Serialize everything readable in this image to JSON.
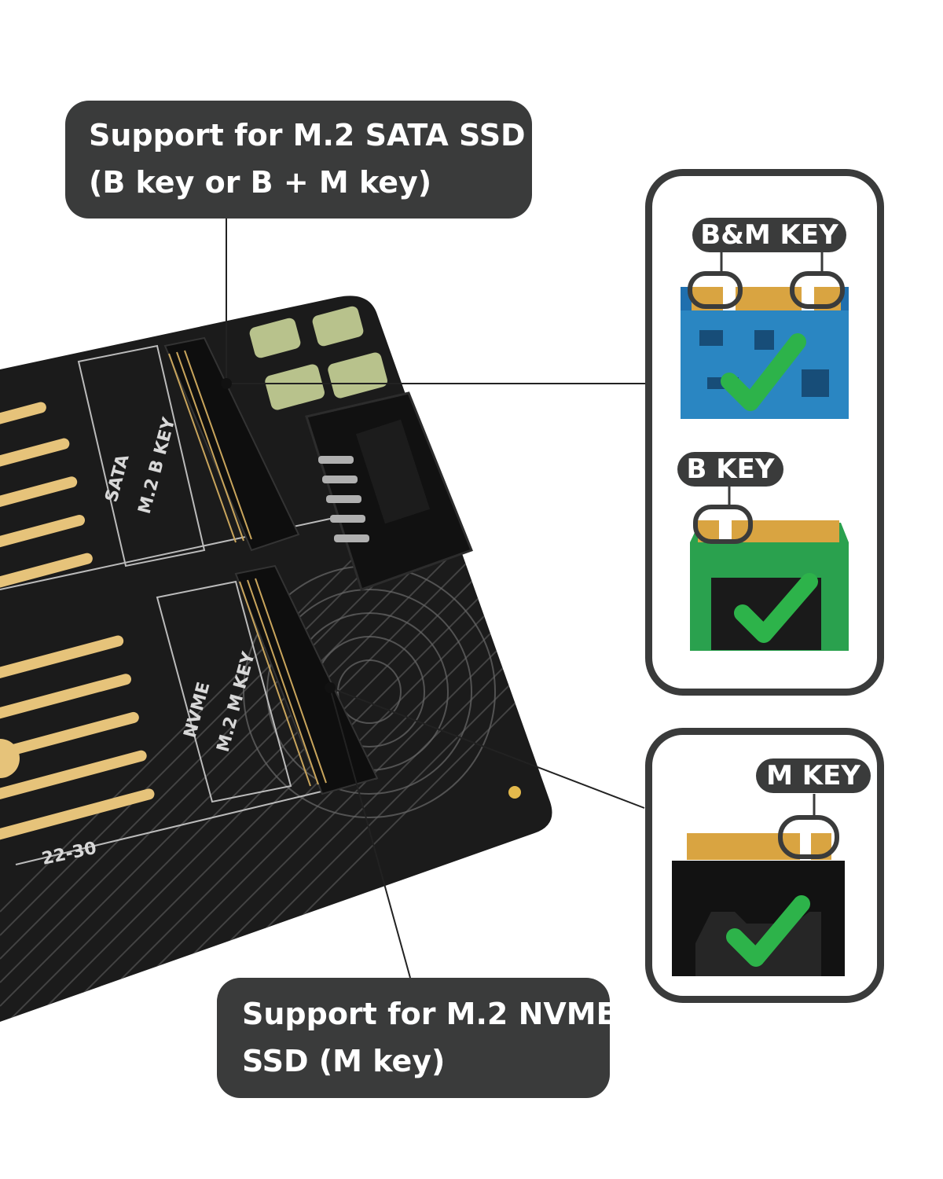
{
  "callouts": {
    "sata": {
      "line1": "Support for M.2 SATA SSD",
      "line2": "(B key or B + M key)"
    },
    "nvme": {
      "line1": "Support for M.2 NVME",
      "line2": "SSD (M key)"
    }
  },
  "key_labels": {
    "bm": "B&M  KEY",
    "b": "B KEY",
    "m": "M KEY"
  },
  "board": {
    "sata_label": "SATA",
    "b_key_label": "M.2 B KEY",
    "nvme_label": "NVME",
    "m_key_label": "M.2 M KEY",
    "size_label": "22-30"
  },
  "colors": {
    "callout_bg": "#3a3b3b",
    "check_green": "#2db34a",
    "pcb_dark": "#121212",
    "gold": "#d9a441"
  }
}
